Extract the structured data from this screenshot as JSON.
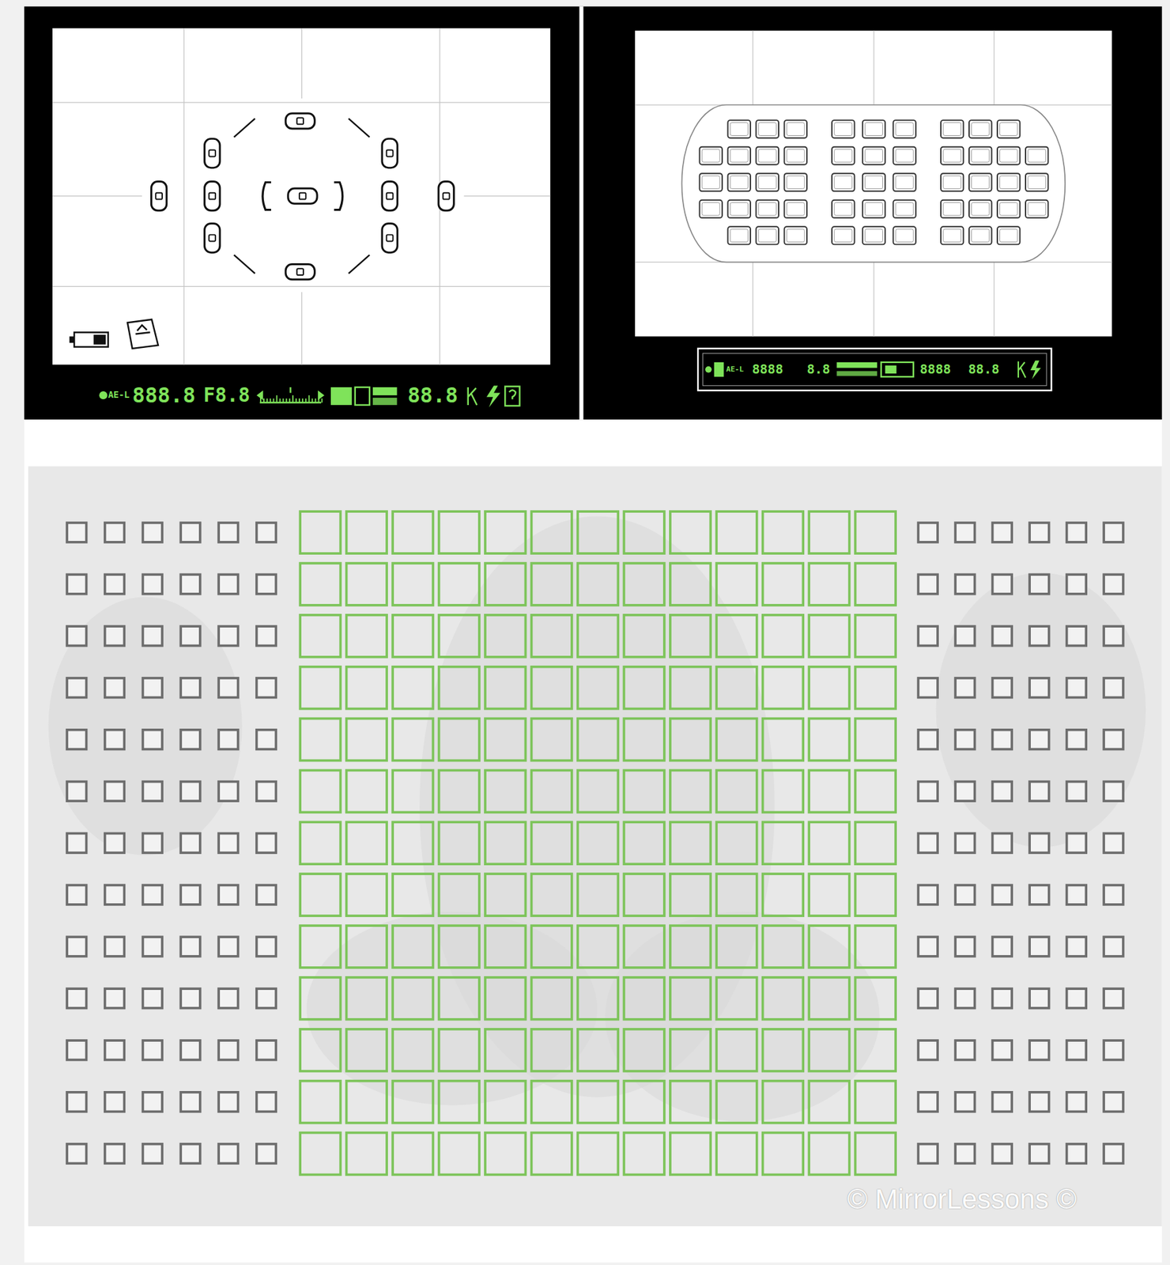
{
  "diagram": {
    "labels": [
      "AE-L",
      "888.8",
      "F8.8",
      "88.8",
      "AE-L",
      "8888",
      "8.8",
      "8888",
      "88.8",
      "© MirrorLessons ©"
    ]
  }
}
